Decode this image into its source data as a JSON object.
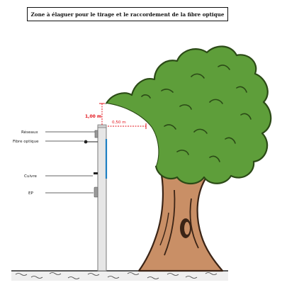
{
  "title": "Zone à élaguer pour le tirage et le raccordement de la fibre optique",
  "labels": {
    "distance_vertical": "1,00 m",
    "distance_horizontal": "0,50 m",
    "reseau": "Réseaux",
    "fibre": "Fibre optique",
    "cuivre": "Cuivre",
    "ep": "EP"
  },
  "colors": {
    "foliage": "#5e9e3a",
    "foliage_dark": "#2b4a16",
    "trunk": "#c98f66",
    "trunk_dark": "#3b2416",
    "dimension": "#e2131b",
    "cable_blue": "#1d7fc2",
    "pole": "#e6e6e6"
  }
}
